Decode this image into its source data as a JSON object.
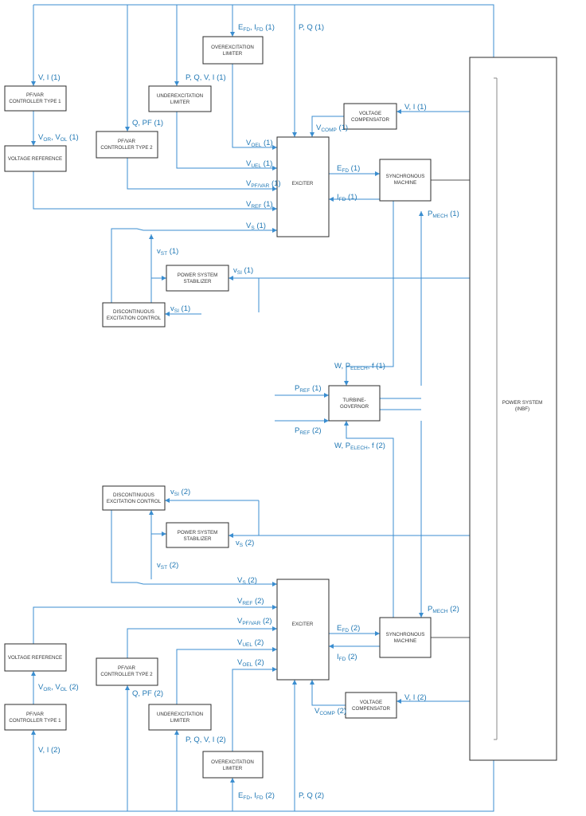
{
  "colors": {
    "wire": "#3b8ed0",
    "label": "#1f77b4",
    "box_border": "#2b2b2b",
    "box_text": "#333333"
  },
  "blocks": {
    "oel_top": [
      "OVEREXCITATION",
      "LIMITER"
    ],
    "uel_top": [
      "UNDEREXCITATION",
      "LIMITER"
    ],
    "pfvar1_top": [
      "PF/VAR",
      "CONTROLLER TYPE 1"
    ],
    "vref_top": [
      "VOLTAGE REFERENCE"
    ],
    "pfvar2_top": [
      "PF/VAR",
      "CONTROLLER TYPE 2"
    ],
    "vcomp_top": [
      "VOLTAGE",
      "COMPENSATOR"
    ],
    "exciter_top": [
      "EXCITER"
    ],
    "syncmach_top": [
      "SYNCHRONOUS",
      "MACHINE"
    ],
    "pss_top": [
      "POWER SYSTEM",
      "STABILIZER"
    ],
    "dec_top": [
      "DISCONTINUOUS",
      "EXCITATION CONTROL"
    ],
    "turbine": [
      "TURBINE-",
      "GOVERNOR"
    ],
    "power_system": [
      "POWER SYSTEM",
      "(INBF)"
    ],
    "dec_bot": [
      "DISCONTINUOUS",
      "EXCITATION CONTROL"
    ],
    "pss_bot": [
      "POWER SYSTEM",
      "STABILIZER"
    ],
    "exciter_bot": [
      "EXCITER"
    ],
    "vref_bot": [
      "VOLTAGE REFERENCE"
    ],
    "pfvar2_bot": [
      "PF/VAR",
      "CONTROLLER TYPE 2"
    ],
    "syncmach_bot": [
      "SYNCHRONOUS",
      "MACHINE"
    ],
    "pfvar1_bot": [
      "PF/VAR",
      "CONTROLLER TYPE 1"
    ],
    "uel_bot": [
      "UNDEREXCITATION",
      "LIMITER"
    ],
    "vcomp_bot": [
      "VOLTAGE",
      "COMPENSATOR"
    ],
    "oel_bot": [
      "OVEREXCITATION",
      "LIMITER"
    ]
  },
  "signals": {
    "efd_ifd_1": {
      "main": "E",
      "sub": "FD",
      "mid": ", I",
      "sub2": "FD",
      "tail": " (1)"
    },
    "pq_1": {
      "main": "P, Q (1)"
    },
    "vi_1_left": {
      "main": "V, I (1)"
    },
    "pqvi_1": {
      "main": "P, Q, V, I (1)"
    },
    "vi_1_right": {
      "main": "V, I (1)"
    },
    "vor_vol_1": {
      "main": "V",
      "sub": "OR",
      "mid": ", V",
      "sub2": "OL",
      "tail": " (1)"
    },
    "qpf_1": {
      "main": "Q, PF (1)"
    },
    "vcomp_1": {
      "main": "V",
      "sub": "COMP",
      "tail": " (1)"
    },
    "voel_1": {
      "main": "V",
      "sub": "OEL",
      "tail": " (1)"
    },
    "vuel_1": {
      "main": "V",
      "sub": "UEL",
      "tail": " (1)"
    },
    "vpfvar_1": {
      "main": "V",
      "sub": "PF/VAR",
      "tail": " (1)"
    },
    "vref_1": {
      "main": "V",
      "sub": "REF",
      "tail": " (1)"
    },
    "vs_1": {
      "main": "V",
      "sub": "S",
      "tail": " (1)"
    },
    "efd_1": {
      "main": "E",
      "sub": "FD",
      "tail": " (1)"
    },
    "ifd_1": {
      "main": "I",
      "sub": "FD",
      "tail": " (1)"
    },
    "pmech_1": {
      "main": "P",
      "sub": "MECH",
      "tail": " (1)"
    },
    "vst_1": {
      "main": "v",
      "sub": "ST",
      "tail": " (1)"
    },
    "vsi_1": {
      "main": "v",
      "sub": "SI",
      "tail": " (1)"
    },
    "vsi_pss_1": {
      "main": "v",
      "sub": "SI",
      "tail": " (1)"
    },
    "wpf_1": {
      "main": "W, P",
      "sub": "ELECH",
      "tail": ", f (1)"
    },
    "pref_1": {
      "main": "P",
      "sub": "REF",
      "tail": " (1)"
    },
    "pref_2": {
      "main": "P",
      "sub": "REF",
      "tail": " (2)"
    },
    "wpf_2": {
      "main": "W, P",
      "sub": "ELECH",
      "tail": ", f (2)"
    },
    "vsi_2": {
      "main": "v",
      "sub": "SI",
      "tail": " (2)"
    },
    "vs_pss_2": {
      "main": "v",
      "sub": "S",
      "tail": " (2)"
    },
    "vst_2": {
      "main": "v",
      "sub": "ST",
      "tail": " (2)"
    },
    "vs_2": {
      "main": "V",
      "sub": "S",
      "tail": " (2)"
    },
    "vref_2": {
      "main": "V",
      "sub": "REF",
      "tail": " (2)"
    },
    "vpfvar_2": {
      "main": "V",
      "sub": "PF/VAR",
      "tail": " (2)"
    },
    "vuel_2": {
      "main": "V",
      "sub": "UEL",
      "tail": " (2)"
    },
    "voel_2": {
      "main": "V",
      "sub": "OEL",
      "tail": " (2)"
    },
    "efd_2": {
      "main": "E",
      "sub": "FD",
      "tail": " (2)"
    },
    "ifd_2": {
      "main": "I",
      "sub": "FD",
      "tail": " (2)"
    },
    "pmech_2": {
      "main": "P",
      "sub": "MECH",
      "tail": " (2)"
    },
    "vor_vol_2": {
      "main": "V",
      "sub": "OR",
      "mid": ", V",
      "sub2": "OL",
      "tail": " (2)"
    },
    "qpf_2": {
      "main": "Q, PF (2)"
    },
    "vcomp_2": {
      "main": "V",
      "sub": "COMP",
      "tail": " (2)"
    },
    "vi_2_right": {
      "main": "V, I (2)"
    },
    "vi_2_left": {
      "main": "V, I (2)"
    },
    "pqvi_2": {
      "main": "P, Q, V, I (2)"
    },
    "efd_ifd_2": {
      "main": "E",
      "sub": "FD",
      "mid": ", I",
      "sub2": "FD",
      "tail": " (2)"
    },
    "pq_2": {
      "main": "P, Q (2)"
    }
  }
}
